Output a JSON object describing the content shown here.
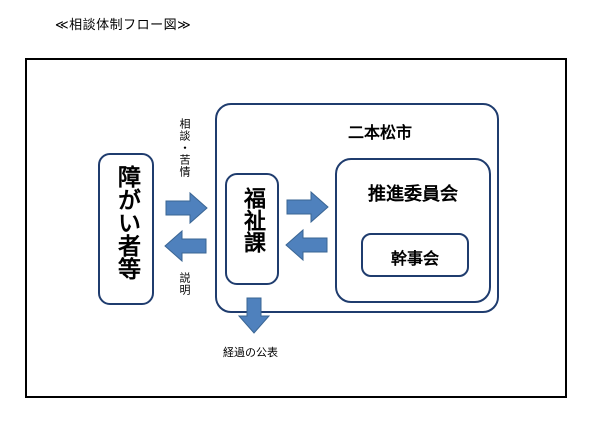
{
  "caption": "≪相談体制フロー図≫",
  "nodes": {
    "persons": "障がい者等",
    "city": "二本松市",
    "welfare_section": "福祉課",
    "committee": "推進委員会",
    "secretariat": "幹事会"
  },
  "edge_labels": {
    "consultation": "相談・苦情",
    "explanation": "説明",
    "publication": "経過の公表"
  },
  "colors": {
    "box_border": "#1f3c6e",
    "arrow_fill": "#4f81bd",
    "arrow_stroke": "#3a6593"
  }
}
